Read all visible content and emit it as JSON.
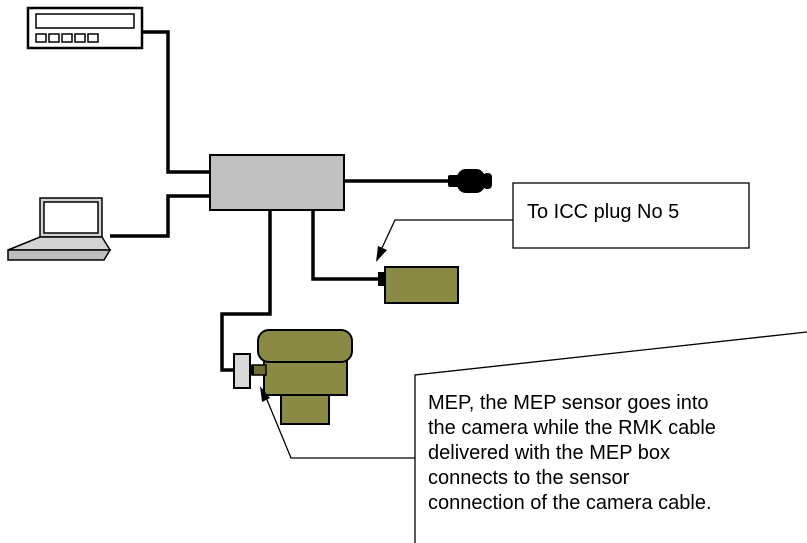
{
  "callouts": {
    "icc_plug": "To ICC plug No 5",
    "mep_lines": [
      "MEP, the MEP sensor goes into",
      "the camera while the RMK cable",
      "delivered with the MEP box",
      "connects to the sensor",
      "connection of the camera cable."
    ]
  },
  "icons": {
    "display_unit": "control-display-unit-icon",
    "laptop": "laptop-icon",
    "hub": "mep-box-icon",
    "connector": "cable-plug-icon",
    "icc_unit": "icc-unit-icon",
    "camera": "camera-icon",
    "sensor": "mep-sensor-icon"
  },
  "colors": {
    "hub_fill": "#c0c0c0",
    "laptop_fill": "#d4d4d4",
    "olive_fill": "#8b8a45",
    "olive_shadow": "#6e6d34",
    "sensor_fill": "#d9d9d9",
    "line": "#000000"
  }
}
